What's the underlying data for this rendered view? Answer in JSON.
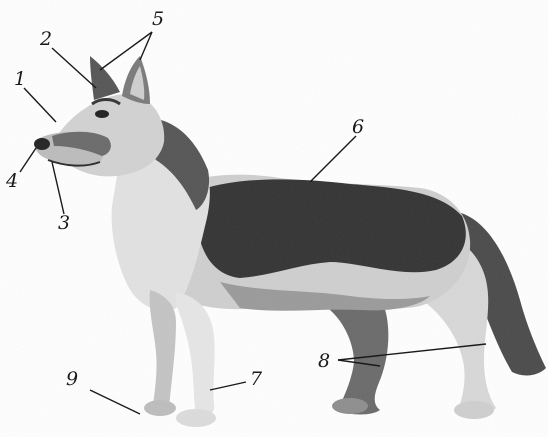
{
  "figure": {
    "labels": [
      {
        "id": "1",
        "text": "1"
      },
      {
        "id": "2",
        "text": "2"
      },
      {
        "id": "3",
        "text": "3"
      },
      {
        "id": "4",
        "text": "4"
      },
      {
        "id": "5",
        "text": "5"
      },
      {
        "id": "6",
        "text": "6"
      },
      {
        "id": "7",
        "text": "7"
      },
      {
        "id": "8",
        "text": "8"
      },
      {
        "id": "9",
        "text": "9"
      }
    ]
  },
  "colors": {
    "ink": "#1a1a1a",
    "coat_dark": "#3a3a3a",
    "coat_mid": "#8a8a8a",
    "coat_light": "#d4d4d4",
    "background": "#ffffff"
  }
}
